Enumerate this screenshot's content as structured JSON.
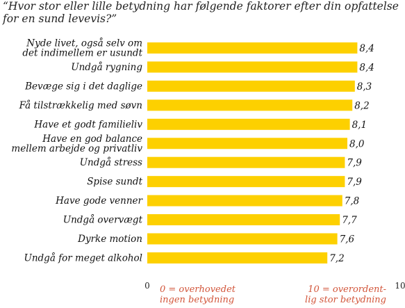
{
  "chart_data": {
    "type": "bar",
    "orientation": "horizontal",
    "title": "“Hvor stor eller lille betydning har følgende faktorer efter din opfattelse for en sund levevis?”",
    "categories": [
      [
        "Nyde livet, også selv om",
        "det indimellem er usundt"
      ],
      [
        "Undgå rygning"
      ],
      [
        "Bevæge sig i det daglige"
      ],
      [
        "Få tilstrækkelig med søvn"
      ],
      [
        "Have et godt familieliv"
      ],
      [
        "Have en god balance",
        "mellem arbejde og privatliv"
      ],
      [
        "Undgå stress"
      ],
      [
        "Spise sundt"
      ],
      [
        "Have gode venner"
      ],
      [
        "Undgå overvægt"
      ],
      [
        "Dyrke motion"
      ],
      [
        "Undgå for meget alkohol"
      ]
    ],
    "values": [
      8.4,
      8.4,
      8.3,
      8.2,
      8.1,
      8.0,
      7.9,
      7.9,
      7.8,
      7.7,
      7.6,
      7.2
    ],
    "value_labels": [
      "8,4",
      "8,4",
      "8,3",
      "8,2",
      "8,1",
      "8,0",
      "7,9",
      "7,9",
      "7,8",
      "7,7",
      "7,6",
      "7,2"
    ],
    "xlim": [
      0,
      10
    ],
    "x_tick_labels": [
      "0",
      "10"
    ],
    "scale_notes": {
      "low": [
        "0 = overhovedet",
        "ingen betydning"
      ],
      "high": [
        "10 = overordent-",
        "lig stor betydning"
      ]
    },
    "grid": false,
    "legend": "none",
    "colors": {
      "bar": "#fdd000",
      "note": "#d2553a",
      "text": "#111111"
    }
  }
}
